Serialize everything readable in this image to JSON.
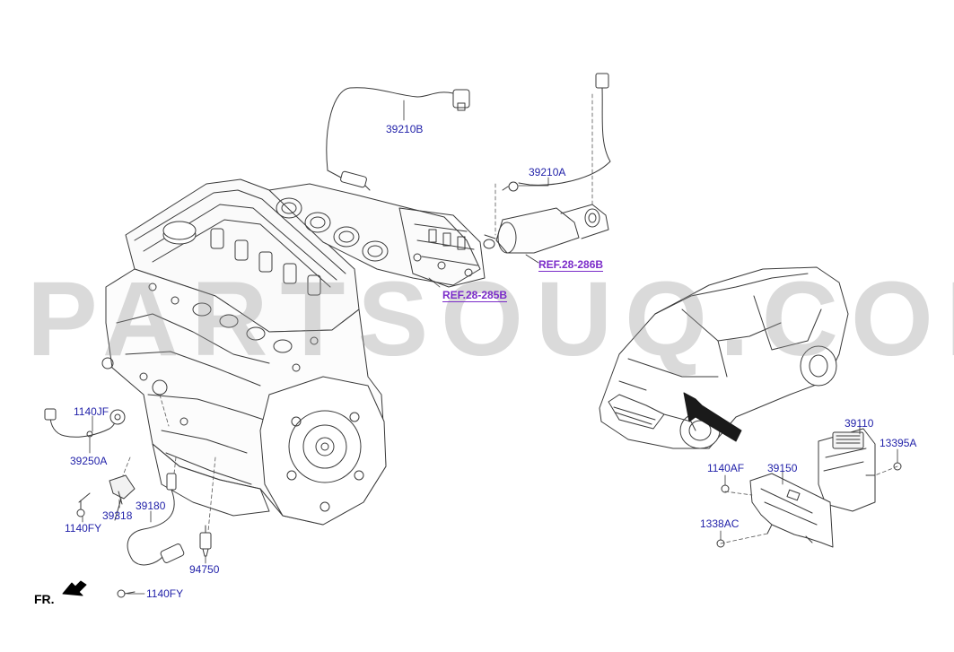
{
  "watermark": "PARTSOUQ.COM",
  "direction_label": "FR.",
  "references": {
    "exhaust_manifold": "REF.28-285B",
    "catalytic_converter": "REF.28-286B"
  },
  "parts": {
    "upper_oxygen_sensor": "39210B",
    "lower_oxygen_sensor": "39210A",
    "knock_sensor_bolt": "1140JF",
    "knock_sensor": "39250A",
    "cam_sensor_bolt": "1140FY",
    "cam_position_sensor": "39318",
    "crank_position_sensor": "39180",
    "crank_sensor_bolt": "1140FY",
    "oil_pressure_switch": "94750",
    "ecu": "39110",
    "ecu_screw": "13395A",
    "ecu_bolt": "1140AF",
    "ecu_bracket": "39150",
    "ecu_nut": "1338AC"
  },
  "colors": {
    "label": "#1f1fa8",
    "reference": "#7b2cc9",
    "line": "#333333",
    "watermark": "#969696"
  }
}
